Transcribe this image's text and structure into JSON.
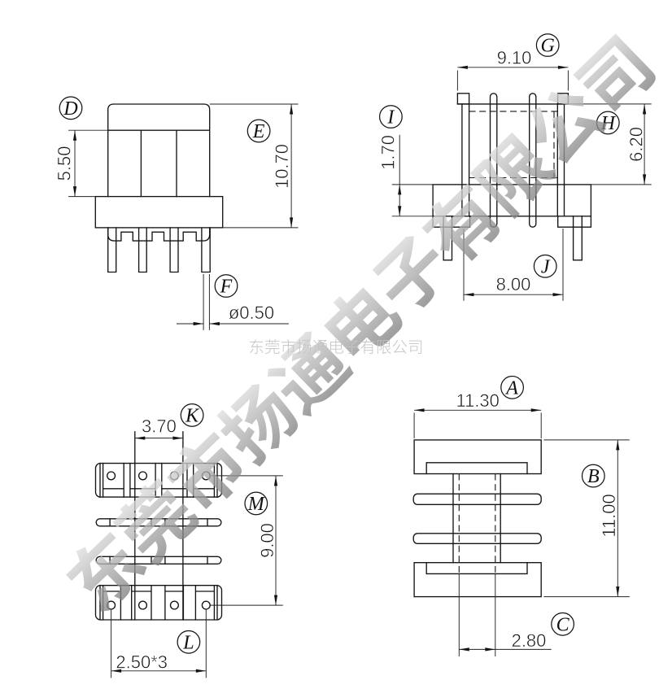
{
  "document": {
    "type": "technical-drawing",
    "background": "#ffffff",
    "line_color": "#141414"
  },
  "watermark": {
    "text": "东莞市扬通电子有限公司",
    "diagonal": {
      "gradient_light": "#e3e3e3",
      "gradient_dark": "#7b7b7b",
      "opacity": "0.78"
    },
    "horizontal": {
      "color": "#c4c4c4",
      "opacity": "1"
    }
  },
  "views": {
    "front": {
      "balloons": [
        "D",
        "E",
        "F"
      ],
      "dims": {
        "winding_window_height": "5.50",
        "overall_height": "10.70",
        "pin_diameter": "ø0.50"
      }
    },
    "side": {
      "balloons": [
        "G",
        "H",
        "I",
        "J"
      ],
      "dims": {
        "flange_span": "9.10",
        "body_height": "6.20",
        "base_thickness": "1.70",
        "pin_row_span": "8.00"
      }
    },
    "top": {
      "balloons": [
        "K",
        "L",
        "M"
      ],
      "dims": {
        "core_width": "3.70",
        "pin_pitch": "2.50*3",
        "pin_row_spacing": "9.00"
      }
    },
    "end": {
      "balloons": [
        "A",
        "B",
        "C"
      ],
      "dims": {
        "flange_width": "11.30",
        "overall_length": "11.00",
        "core_slot_width": "2.80"
      }
    }
  }
}
